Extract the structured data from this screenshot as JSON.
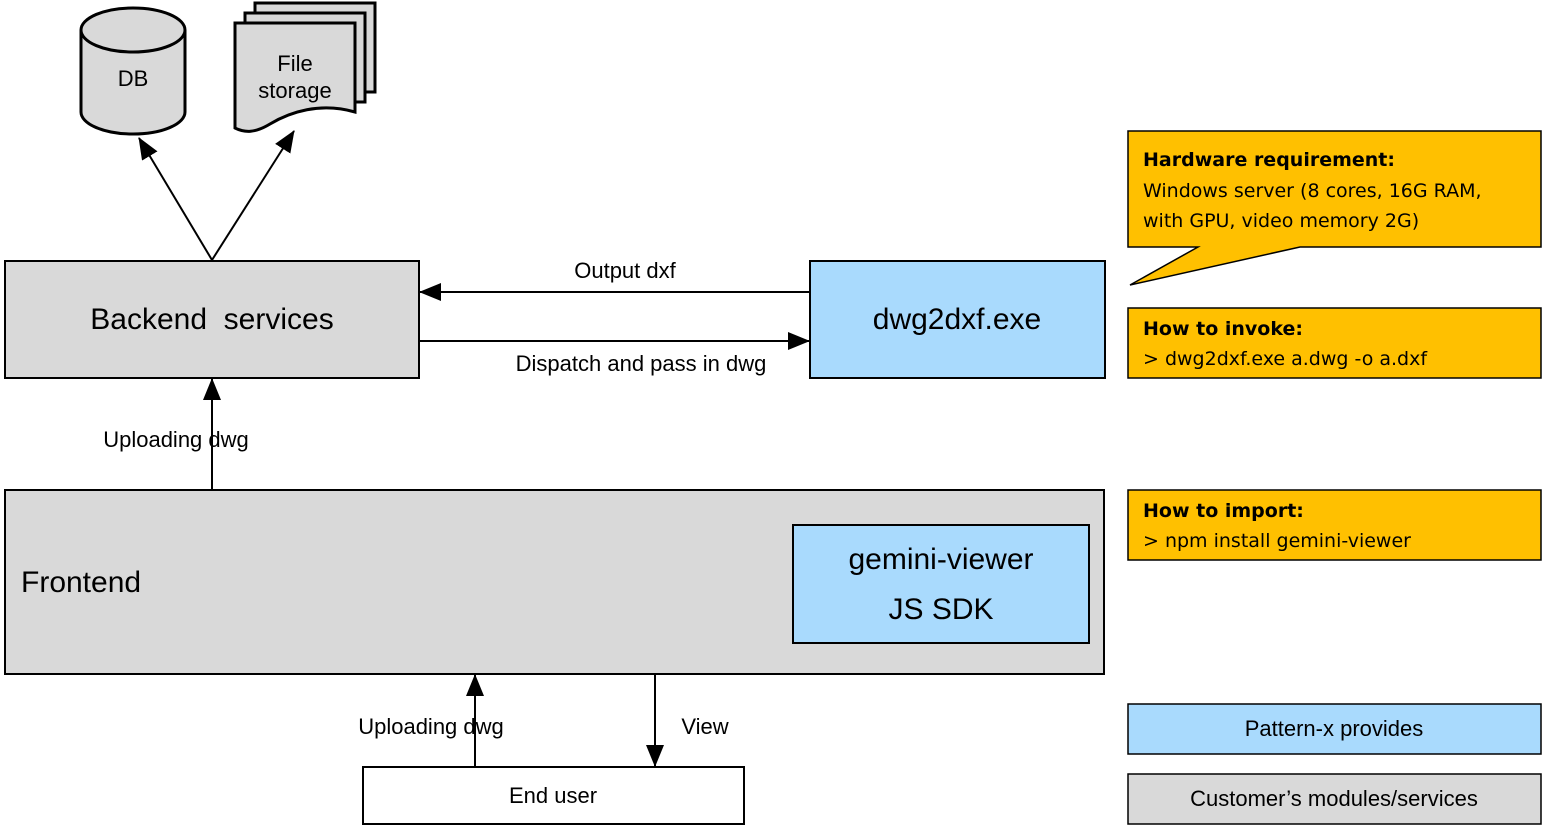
{
  "colors": {
    "customer_gray": "#d9d9d9",
    "pattern_blue": "#a9dafd",
    "note_orange": "#ffc000",
    "stroke": "#000000"
  },
  "storage": {
    "db_label": "DB",
    "file_storage_line1": "File",
    "file_storage_line2": "storage"
  },
  "backend": {
    "label": "Backend  services"
  },
  "converter": {
    "label": "dwg2dxf.exe"
  },
  "frontend": {
    "label": "Frontend",
    "sdk_line1": "gemini-viewer",
    "sdk_line2": "JS SDK"
  },
  "end_user": {
    "label": "End user"
  },
  "arrows": {
    "output_dxf": "Output dxf",
    "dispatch": "Dispatch and pass in dwg",
    "upload_backend": "Uploading dwg",
    "upload_frontend": "Uploading dwg",
    "view": "View"
  },
  "notes": {
    "hardware_title": "Hardware requirement:",
    "hardware_line1": "Windows server (8 cores, 16G RAM,",
    "hardware_line2": "with GPU, video memory 2G)",
    "invoke_title": "How to invoke:",
    "invoke_cmd": "> dwg2dxf.exe a.dwg -o a.dxf",
    "import_title": "How to import:",
    "import_cmd": "> npm install gemini-viewer"
  },
  "legend": {
    "pattern_x": "Pattern-x provides",
    "customer": "Customer’s modules/services"
  }
}
